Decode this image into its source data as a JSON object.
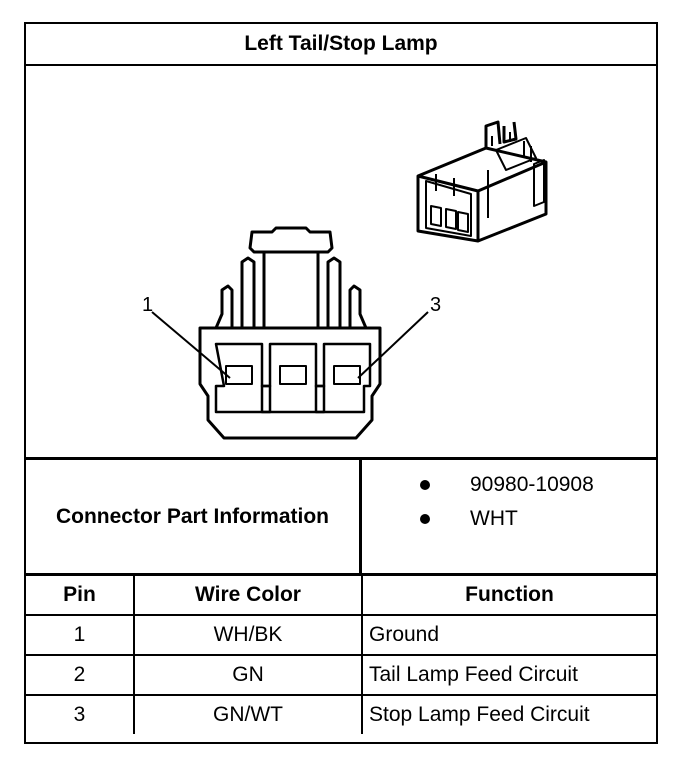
{
  "title": "Left Tail/Stop Lamp",
  "diagram": {
    "callouts": [
      "1",
      "3"
    ]
  },
  "connector_info": {
    "label": "Connector Part Information",
    "items": [
      "90980-10908",
      "WHT"
    ]
  },
  "table": {
    "headers": [
      "Pin",
      "Wire Color",
      "Function"
    ],
    "rows": [
      [
        "1",
        "WH/BK",
        "Ground"
      ],
      [
        "2",
        "GN",
        "Tail Lamp Feed Circuit"
      ],
      [
        "3",
        "GN/WT",
        "Stop Lamp Feed Circuit"
      ]
    ]
  },
  "colors": {
    "line": "#000000",
    "background": "#ffffff"
  }
}
